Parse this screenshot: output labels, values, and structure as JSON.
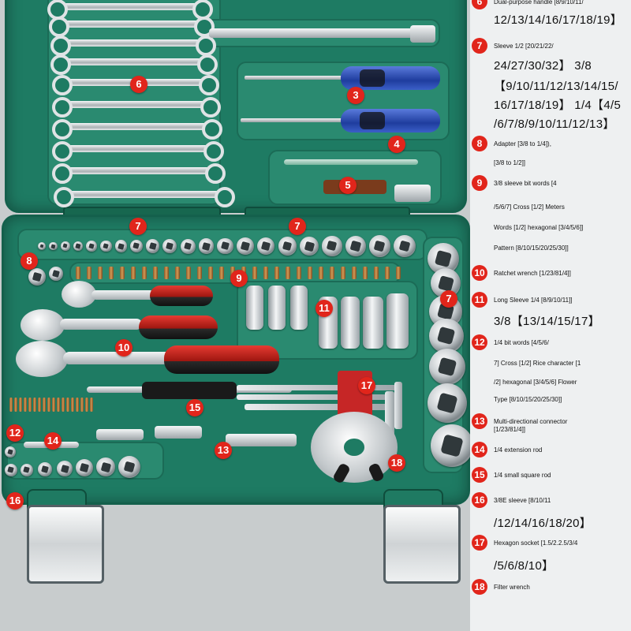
{
  "photo_markers": [
    "6",
    "3",
    "4",
    "5",
    "7",
    "7",
    "8",
    "9",
    "7",
    "11",
    "10",
    "17",
    "15",
    "12",
    "14",
    "13",
    "18",
    "16"
  ],
  "legend": [
    {
      "num": "6",
      "lines": [
        "Dual-purpose handle [8/9/10/11/",
        "12/13/14/16/17/18/19】"
      ]
    },
    {
      "num": "7",
      "lines": [
        "Sleeve 1/2 [20/21/22/",
        "24/27/30/32】 3/8",
        "【9/10/11/12/13/14/15/",
        "16/17/18/19】 1/4【4/5",
        "/6/7/8/9/10/11/12/13】"
      ]
    },
    {
      "num": "8",
      "lines": [
        "Adapter [3/8 to 1/4]),",
        "[3/8 to 1/2]]"
      ]
    },
    {
      "num": "9",
      "lines": [
        "3/8 sleeve bit words [4",
        "/5/6/7] Cross [1/2] Meters",
        "Words [1/2] hexagonal [3/4/5/6]]",
        "Pattern [8/10/15/20/25/30]]"
      ]
    },
    {
      "num": "10",
      "lines": [
        "Ratchet wrench [1/23/81/4]]"
      ]
    },
    {
      "num": "11",
      "lines": [
        "Long Sleeve 1/4 [8/9/10/11]]",
        "3/8【13/14/15/17】"
      ]
    },
    {
      "num": "12",
      "lines": [
        "1/4 bit words [4/5/6/",
        "7] Cross [1/2] Rice character [1",
        "/2] hexagonal [3/4/5/6] Flower",
        "Type [8/10/15/20/25/30]]"
      ]
    },
    {
      "num": "13",
      "lines": [
        "Multi-directional connector",
        "[1/23/81/4]]"
      ]
    },
    {
      "num": "14",
      "lines": [
        "1/4 extension rod"
      ]
    },
    {
      "num": "15",
      "lines": [
        "1/4 small square rod"
      ]
    },
    {
      "num": "16",
      "lines": [
        "3/8E sleeve [8/10/11",
        "/12/14/16/18/20】"
      ]
    },
    {
      "num": "17",
      "lines": [
        "Hexagon socket [1.5/2.2.5/3/4",
        "/5/6/8/10】"
      ]
    },
    {
      "num": "18",
      "lines": [
        "Filter wrench"
      ]
    }
  ]
}
